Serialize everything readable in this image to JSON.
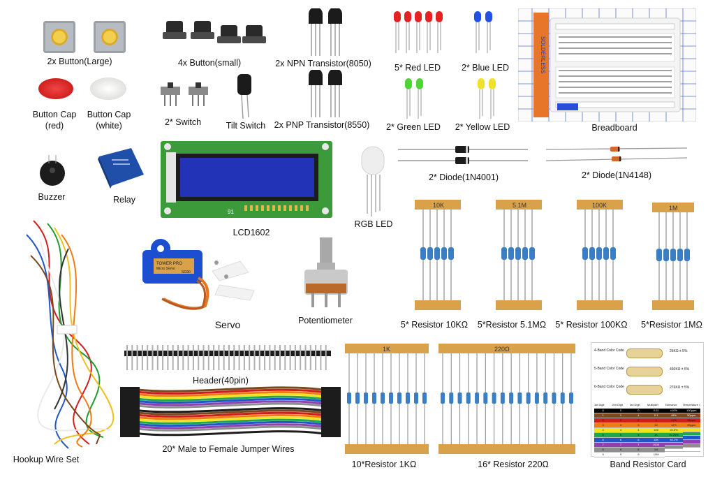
{
  "labels": {
    "button_large": "2x Button(Large)",
    "button_small": "4x Button(small)",
    "npn": "2x NPN Transistor(8050)",
    "red_led": "5* Red LED",
    "blue_led": "2* Blue LED",
    "cap_red": "Button Cap\n(red)",
    "cap_red_1": "Button Cap",
    "cap_red_2": "(red)",
    "cap_white_1": "Button Cap",
    "cap_white_2": "(white)",
    "switch": "2* Switch",
    "tilt_switch": "Tilt Switch",
    "pnp": "2x PNP Transistor(8550)",
    "green_led": "2* Green LED",
    "yellow_led": "2* Yellow LED",
    "breadboard": "Breadboard",
    "buzzer": "Buzzer",
    "relay": "Relay",
    "lcd": "LCD1602",
    "rgb_led": "RGB LED",
    "diode_4001": "2* Diode(1N4001)",
    "diode_4148": "2* Diode(1N4148)",
    "servo": "Servo",
    "potentiometer": "Potentiometer",
    "r10k": "5* Resistor 10KΩ",
    "r51m": "5*Resistor 5.1MΩ",
    "r100k": "5* Resistor 100KΩ",
    "r1m": "5*Resistor 1MΩ",
    "header": "Header(40pin)",
    "hookup": "Hookup Wire Set",
    "jumper": "20* Male to Female Jumper Wires",
    "r1k": "10*Resistor 1KΩ",
    "r220": "16* Resistor 220Ω",
    "band_card": "Band Resistor Card"
  },
  "strip_text": {
    "r10k": "10K",
    "r51m": "5.1M",
    "r100k": "100K",
    "r1m": "1M",
    "r1k": "1K",
    "r220": "220Ω"
  },
  "product_text": {
    "breadboard_brand": "SOLDERLESS",
    "servo_brand": "TOWER PRO",
    "servo_model": "Micro Servo",
    "servo_model_no": "SG90",
    "lcd_pin_label": "91"
  },
  "band_card": {
    "rows": [
      {
        "caption": "4-Band Color Code",
        "value": "25KΩ ± 5%"
      },
      {
        "caption": "5-Band Color Code",
        "value": "460KΩ ± 5%"
      },
      {
        "caption": "6-Band Color Code",
        "value": "276KΩ ± 5%"
      }
    ],
    "col_heads": [
      "1st Digit",
      "2nd Digit",
      "3rd Digit",
      "Multiplier",
      "Tolerance",
      "Temperature Coefficient"
    ],
    "digits": [
      "0",
      "1",
      "2",
      "3",
      "4",
      "5",
      "6",
      "7",
      "8",
      "9"
    ],
    "multipliers": [
      "0.01",
      "0.1",
      "1",
      "10",
      "100",
      "1K",
      "10K",
      "100K",
      "1M",
      "10M"
    ],
    "tolerance": [
      "±10%",
      "±5%",
      "±1%",
      "±2%",
      "±0.5%",
      "±0.25%",
      "±0.1%"
    ],
    "tempco": [
      "100ppm",
      "50ppm",
      "15ppm",
      "25ppm"
    ],
    "colors": [
      "#000000",
      "#7a4a1e",
      "#d11c1c",
      "#f07b14",
      "#f5e31a",
      "#1ea84a",
      "#1f56c8",
      "#8e3fb0",
      "#8e8e8e",
      "#ffffff"
    ]
  },
  "colors": {
    "lcd_pcb": "#3c9a3a",
    "lcd_screen": "#2333b8",
    "relay": "#1f4fa8",
    "servo": "#1b4fd0",
    "breadboard_tray": "#e8762a",
    "breadboard_grid": "#2a4fd6",
    "resistor_strip": "#d9a24a",
    "resistor_body": "#3a7fc4"
  }
}
